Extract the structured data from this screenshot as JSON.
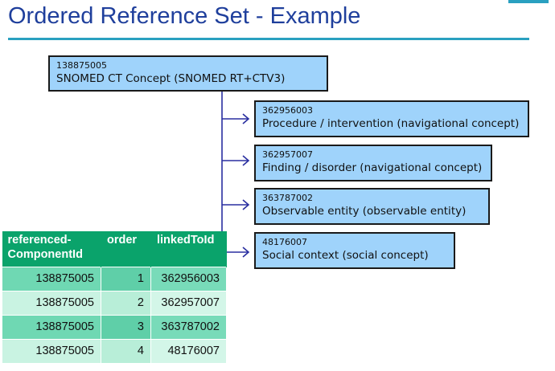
{
  "title": "Ordered Reference Set - Example",
  "root": {
    "id": "138875005",
    "label": "SNOMED CT Concept (SNOMED RT+CTV3)"
  },
  "children": [
    {
      "id": "362956003",
      "label": "Procedure / intervention (navigational concept)"
    },
    {
      "id": "362957007",
      "label": "Finding / disorder (navigational concept)"
    },
    {
      "id": "363787002",
      "label": "Observable entity (observable entity)"
    },
    {
      "id": "48176007",
      "label": "Social context (social concept)"
    }
  ],
  "table": {
    "headers": [
      "referenced-\nComponentId",
      "order",
      "linkedToId"
    ],
    "rows": [
      [
        "138875005",
        "1",
        "362956003"
      ],
      [
        "138875005",
        "2",
        "362957007"
      ],
      [
        "138875005",
        "3",
        "363787002"
      ],
      [
        "138875005",
        "4",
        "48176007"
      ]
    ]
  },
  "colors": {
    "title": "#1f3f9c",
    "accent": "#2aa0c0",
    "box_fill": "#9fd3fb",
    "connector": "#2a2fa0",
    "table_header": "#0aa36b"
  }
}
